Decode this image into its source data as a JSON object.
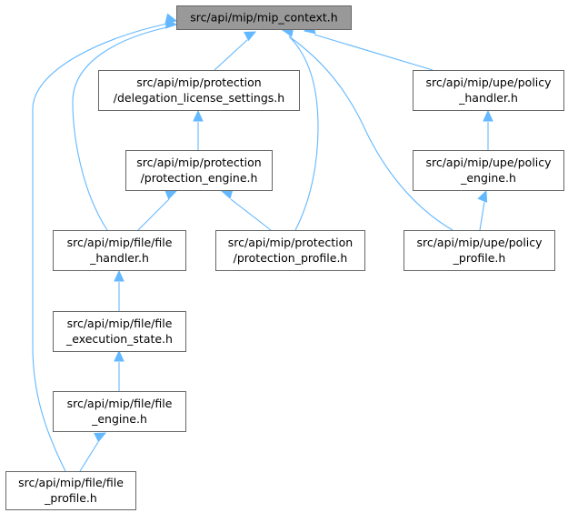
{
  "diagram": {
    "nodes": [
      {
        "id": "mip_context",
        "root": true,
        "lines": [
          "src/api/mip/mip_context.h"
        ]
      },
      {
        "id": "delegation",
        "lines": [
          "src/api/mip/protection",
          "/delegation_license_settings.h"
        ]
      },
      {
        "id": "upe_handler",
        "lines": [
          "src/api/mip/upe/policy",
          "_handler.h"
        ]
      },
      {
        "id": "prot_engine",
        "lines": [
          "src/api/mip/protection",
          "/protection_engine.h"
        ]
      },
      {
        "id": "upe_engine",
        "lines": [
          "src/api/mip/upe/policy",
          "_engine.h"
        ]
      },
      {
        "id": "file_handler",
        "lines": [
          "src/api/mip/file/file",
          "_handler.h"
        ]
      },
      {
        "id": "prot_profile",
        "lines": [
          "src/api/mip/protection",
          "/protection_profile.h"
        ]
      },
      {
        "id": "upe_profile",
        "lines": [
          "src/api/mip/upe/policy",
          "_profile.h"
        ]
      },
      {
        "id": "file_exec",
        "lines": [
          "src/api/mip/file/file",
          "_execution_state.h"
        ]
      },
      {
        "id": "file_engine",
        "lines": [
          "src/api/mip/file/file",
          "_engine.h"
        ]
      },
      {
        "id": "file_profile",
        "lines": [
          "src/api/mip/file/file",
          "_profile.h"
        ]
      }
    ],
    "edges": [
      {
        "from": "delegation",
        "to": "mip_context"
      },
      {
        "from": "file_handler",
        "to": "mip_context"
      },
      {
        "from": "file_profile",
        "to": "mip_context"
      },
      {
        "from": "prot_profile",
        "to": "mip_context"
      },
      {
        "from": "upe_profile",
        "to": "mip_context"
      },
      {
        "from": "upe_handler",
        "to": "mip_context"
      },
      {
        "from": "prot_engine",
        "to": "delegation"
      },
      {
        "from": "file_handler",
        "to": "prot_engine"
      },
      {
        "from": "prot_profile",
        "to": "prot_engine"
      },
      {
        "from": "upe_engine",
        "to": "upe_handler"
      },
      {
        "from": "upe_profile",
        "to": "upe_engine"
      },
      {
        "from": "file_exec",
        "to": "file_handler"
      },
      {
        "from": "file_engine",
        "to": "file_exec"
      },
      {
        "from": "file_profile",
        "to": "file_engine"
      }
    ]
  }
}
